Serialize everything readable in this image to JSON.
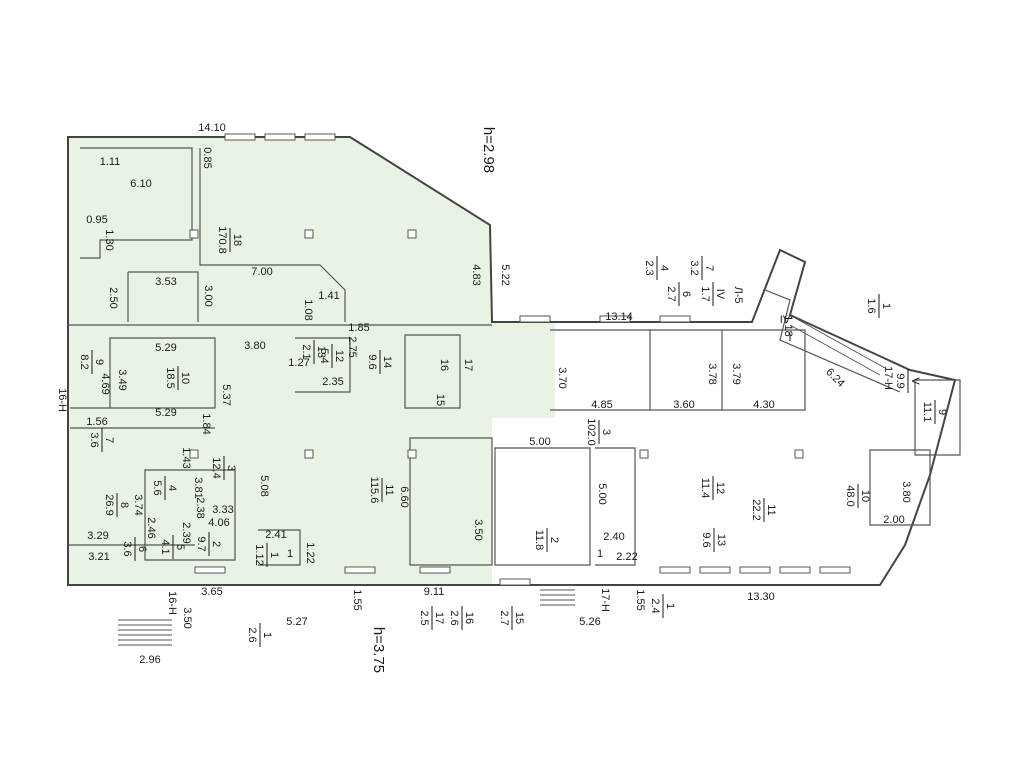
{
  "heights": {
    "upper": "h=2.98",
    "lower": "h=3.75"
  },
  "stair_tags": [
    "16-Н",
    "16-Н",
    "17-Н",
    "17-Н",
    "Л-5"
  ],
  "room_fractions": [
    {
      "num": "18",
      "area": "170.8"
    },
    {
      "num": "10",
      "area": "18.5"
    },
    {
      "num": "9",
      "area": "8.2"
    },
    {
      "num": "7",
      "area": "3.6"
    },
    {
      "num": "12",
      "area": "5.4"
    },
    {
      "num": "13",
      "area": "2.1"
    },
    {
      "num": "14",
      "area": "9.6"
    },
    {
      "num": "3",
      "area": "12.4"
    },
    {
      "num": "4",
      "area": "5.6"
    },
    {
      "num": "8",
      "area": "26.9"
    },
    {
      "num": "11",
      "area": "115.6"
    },
    {
      "num": "2",
      "area": "9.7"
    },
    {
      "num": "5",
      "area": "4.1"
    },
    {
      "num": "6",
      "area": "3.6"
    },
    {
      "num": "1",
      "area": "1.12"
    },
    {
      "num": "2",
      "area": "11.8"
    },
    {
      "num": "3",
      "area": "102.0"
    },
    {
      "num": "12",
      "area": "11.4"
    },
    {
      "num": "11",
      "area": "22.2"
    },
    {
      "num": "13",
      "area": "9.6"
    },
    {
      "num": "10",
      "area": "48.0"
    },
    {
      "num": "1",
      "area": "1.6"
    },
    {
      "num": "V",
      "area": "9.9"
    },
    {
      "num": "9",
      "area": "11.1"
    }
  ],
  "legend_fractions": [
    {
      "num": "7",
      "area": "3.2"
    },
    {
      "num": "4",
      "area": "2.3"
    },
    {
      "num": "6",
      "area": "2.7"
    },
    {
      "num": "IV",
      "area": "1.7"
    },
    {
      "num": "1",
      "area": "2.6"
    },
    {
      "num": "17",
      "area": "2.5"
    },
    {
      "num": "16",
      "area": "2.6"
    },
    {
      "num": "15",
      "area": "2.7"
    },
    {
      "num": "1",
      "area": "2.4"
    }
  ],
  "plain_labels": [
    "17",
    "15",
    "16",
    "1",
    "1",
    "I",
    "IV"
  ],
  "dimensions": [
    "14.10",
    "0.85",
    "1.11",
    "6.10",
    "0.95",
    "1.30",
    "3.53",
    "2.50",
    "3.00",
    "7.00",
    "1.41",
    "1.08",
    "1.85",
    "4.83",
    "5.22",
    "5.29",
    "3.80",
    "3.49",
    "4.69",
    "1.56",
    "5.29",
    "1.84",
    "5.37",
    "1.27",
    "2.35",
    "2.75",
    "1.43",
    "3.81",
    "2.38",
    "3.33",
    "5.08",
    "3.74",
    "2.46",
    "2.39",
    "4.06",
    "3.29",
    "3.21",
    "2.41",
    "1.22",
    "6.60",
    "3.50",
    "3.65",
    "3.50",
    "2.96",
    "1.55",
    "5.27",
    "9.11",
    "13.14",
    "3.70",
    "4.85",
    "3.60",
    "3.78",
    "3.79",
    "4.30",
    "5.00",
    "5.00",
    "2.40",
    "2.22",
    "1.55",
    "5.26",
    "13.30",
    "3.80",
    "2.00",
    "6.24",
    "1.18"
  ]
}
